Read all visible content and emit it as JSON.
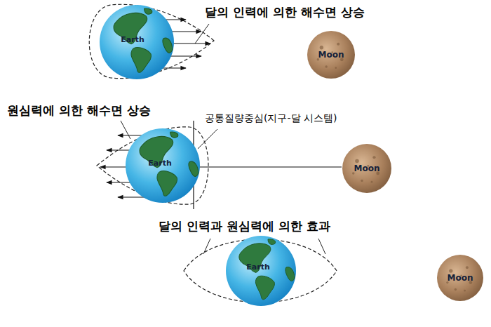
{
  "diagram": {
    "nodes": [
      {
        "text": [
          "Earth"
        ]
      },
      {
        "text": [
          "Moon"
        ]
      },
      {
        "text": [
          "Earth"
        ]
      },
      {
        "text": [
          "Moon"
        ]
      },
      {
        "text": [
          "Earth"
        ]
      },
      {
        "text": [
          "Moon"
        ]
      }
    ],
    "labels": [
      "달의 인력에 의한 해수면 상승",
      "원심력에 의한 해수면 상승",
      "공통질량중심(지구-달 시스템)",
      "달의 인력과 원심력에 의한 효과"
    ]
  }
}
